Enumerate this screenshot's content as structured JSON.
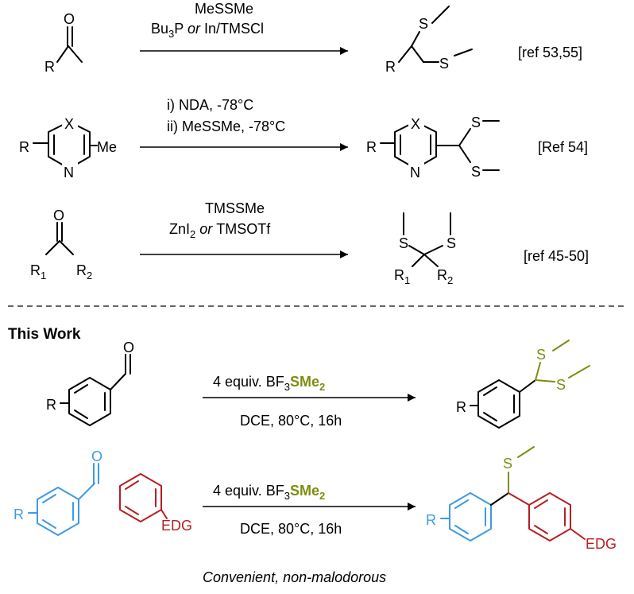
{
  "colors": {
    "aldehyde_blue": "#3d9be2",
    "arene_red": "#b51f24",
    "sulfur_olive": "#7f8c10"
  },
  "reactions": [
    {
      "above_1": "MeSSMe",
      "above_2_pre": "Bu",
      "above_2_sub": "3",
      "above_2_post": "P ",
      "above_2_italic": "or",
      "above_2_tail": " In/TMSCl",
      "ref": "[ref 53,55]"
    },
    {
      "above_1": "i) NDA, -78°C",
      "above_2": "ii) MeSSMe, -78°C",
      "ref": "[Ref 54]"
    },
    {
      "above_1": "TMSSMe",
      "above_2_pre": "ZnI",
      "above_2_sub": "2",
      "above_2_italic": " or ",
      "above_2_tail": "TMSOTf",
      "ref": "[ref 45-50]"
    }
  ],
  "this_work": {
    "heading": "This Work",
    "reagent_pre": "4 equiv. BF",
    "reagent_sub": "3",
    "reagent_s": "SMe",
    "reagent_s_sub": "2",
    "conditions": "DCE, 80°C, 16h",
    "footer": "Convenient, non-malodorous"
  },
  "atoms": {
    "O": "O",
    "S": "S",
    "R": "R",
    "X": "X",
    "N": "N",
    "Me": "Me",
    "R1": "R",
    "R1_sub": "1",
    "R2": "R",
    "R2_sub": "2",
    "EDG": "EDG"
  }
}
